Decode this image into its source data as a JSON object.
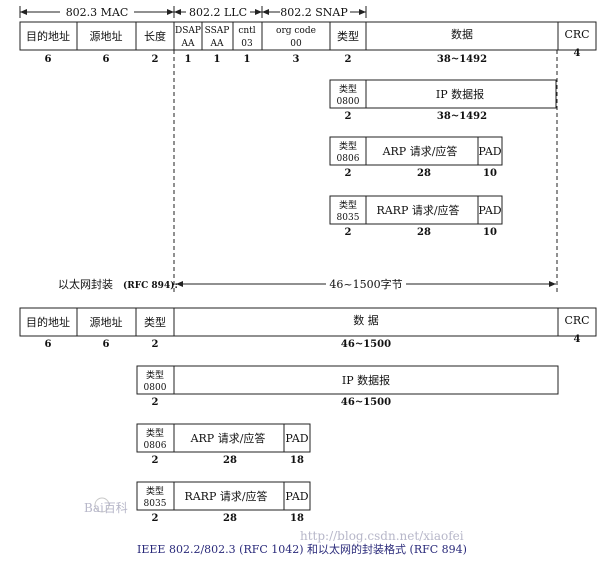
{
  "top_headers": {
    "mac": "802.3 MAC",
    "llc": "802.2 LLC",
    "snap": "802.2 SNAP"
  },
  "ieee_frame": {
    "dest": "目的地址",
    "src": "源地址",
    "len": "长度",
    "dsap": "DSAP",
    "dsap_val": "AA",
    "ssap": "SSAP",
    "ssap_val": "AA",
    "cntl": "cntl",
    "cntl_val": "03",
    "org": "org code",
    "org_val": "00",
    "type": "类型",
    "data": "数据",
    "crc": "CRC",
    "sizes": {
      "dest": "6",
      "src": "6",
      "len": "2",
      "dsap": "1",
      "ssap": "1",
      "cntl": "1",
      "org": "3",
      "type": "2",
      "data": "38~1492",
      "crc": "4"
    }
  },
  "ieee_sub": [
    {
      "type": "类型",
      "code": "0800",
      "body": "IP 数据报",
      "pad": "",
      "size_type": "2",
      "size_body": "38~1492",
      "size_pad": ""
    },
    {
      "type": "类型",
      "code": "0806",
      "body": "ARP 请求/应答",
      "pad": "PAD",
      "size_type": "2",
      "size_body": "28",
      "size_pad": "10"
    },
    {
      "type": "类型",
      "code": "8035",
      "body": "RARP 请求/应答",
      "pad": "PAD",
      "size_type": "2",
      "size_body": "28",
      "size_pad": "10"
    }
  ],
  "eth_label": "以太网封装",
  "eth_rfc": "(RFC 894):",
  "eth_range": "46~1500字节",
  "eth_frame": {
    "dest": "目的地址",
    "src": "源地址",
    "type": "类型",
    "data": "数 据",
    "crc": "CRC",
    "sizes": {
      "dest": "6",
      "src": "6",
      "type": "2",
      "data": "46~1500",
      "crc": "4"
    }
  },
  "eth_sub": [
    {
      "type": "类型",
      "code": "0800",
      "body": "IP 数据报",
      "pad": "",
      "size_type": "2",
      "size_body": "46~1500",
      "size_pad": ""
    },
    {
      "type": "类型",
      "code": "0806",
      "body": "ARP 请求/应答",
      "pad": "PAD",
      "size_type": "2",
      "size_body": "28",
      "size_pad": "18"
    },
    {
      "type": "类型",
      "code": "8035",
      "body": "RARP 请求/应答",
      "pad": "PAD",
      "size_type": "2",
      "size_body": "28",
      "size_pad": "18"
    }
  ],
  "caption": "IEEE 802.2/802.3 (RFC 1042) 和以太网的封装格式 (RFC 894)",
  "watermark_url": "http://blog.csdn.net/xiaofei",
  "watermark_logo": "Bai百科"
}
